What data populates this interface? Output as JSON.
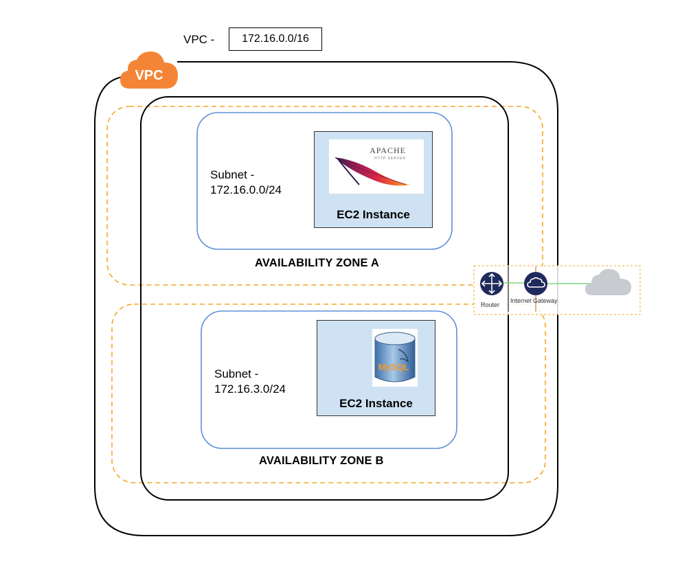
{
  "vpc": {
    "badge_text": "VPC",
    "label": "VPC -",
    "cidr": "172.16.0.0/16"
  },
  "zones": [
    {
      "name": "AVAILABILITY ZONE A",
      "subnet_label": "Subnet -",
      "subnet_cidr": "172.16.0.0/24",
      "instance_label": "EC2 Instance",
      "instance_icon": "apache-http-server-logo",
      "logo_text": "APACHE",
      "logo_subtext": "HTTP SERVER"
    },
    {
      "name": "AVAILABILITY ZONE B",
      "subnet_label": "Subnet -",
      "subnet_cidr": "172.16.3.0/24",
      "instance_label": "EC2 Instance",
      "instance_icon": "mysql-database-logo",
      "logo_text": "MySQL"
    }
  ],
  "network": {
    "router_label": "Router",
    "gateway_label": "Internet Gateway",
    "internet_icon": "cloud-icon"
  },
  "colors": {
    "vpc_orange": "#f58536",
    "zone_dash": "#f5a623",
    "subnet_border": "#5b8fd6",
    "ec2_fill": "#cfe2f3",
    "router_navy": "#1f2a5c",
    "link_green": "#7ed67e",
    "cloud_gray": "#c8ccd1"
  }
}
